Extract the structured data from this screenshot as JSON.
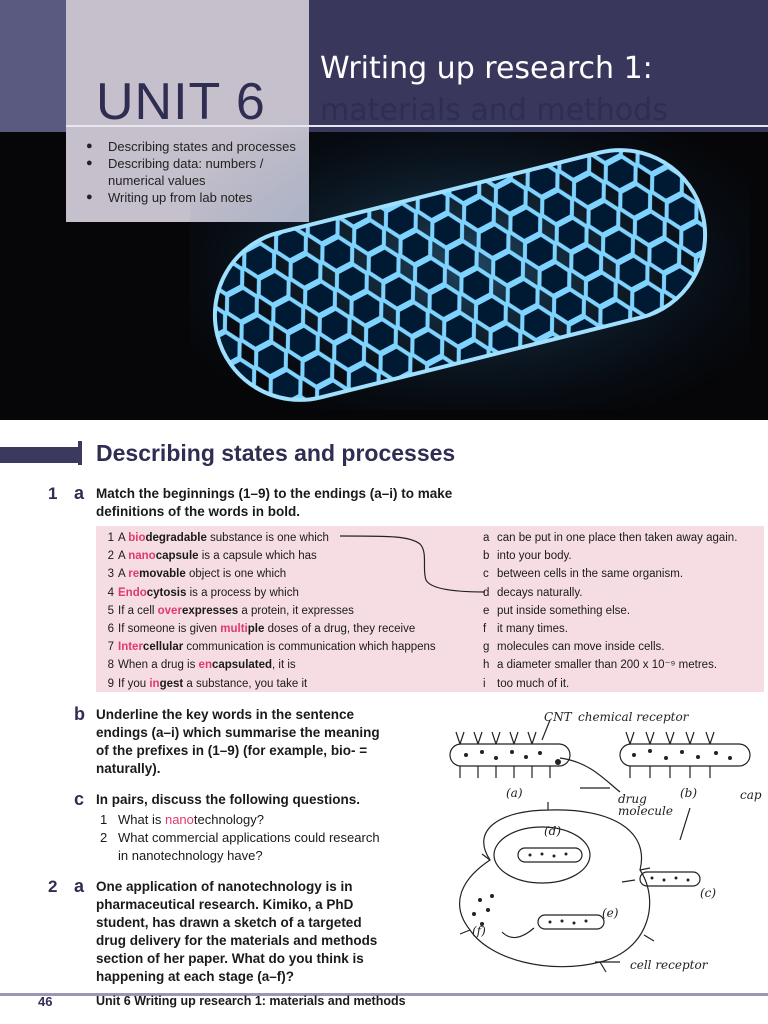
{
  "header": {
    "unit": "UNIT 6",
    "title_line1": "Writing up research 1:",
    "title_line2": "materials and methods",
    "bullets": [
      "Describing states and processes",
      "Describing data: numbers / numerical values",
      "Writing up from lab notes"
    ]
  },
  "section": {
    "title": "Describing states and processes"
  },
  "q1": {
    "number": "1",
    "a": {
      "letter": "a",
      "instruction_line1": "Match the beginnings (1–9) to the endings (a–i) to make",
      "instruction_line2": "definitions of the words in bold.",
      "beginnings": [
        {
          "n": "1",
          "pre": "A ",
          "prefix": "bio",
          "word": "degradable",
          "post": " substance is one which"
        },
        {
          "n": "2",
          "pre": "A ",
          "prefix": "nano",
          "word": "capsule",
          "post": " is a capsule which has"
        },
        {
          "n": "3",
          "pre": "A ",
          "prefix": "re",
          "word": "movable",
          "post": " object is one which"
        },
        {
          "n": "4",
          "pre": "",
          "prefix": "Endo",
          "word": "cytosis",
          "post": " is a process by which"
        },
        {
          "n": "5",
          "pre": "If a cell ",
          "prefix": "over",
          "word": "expresses",
          "post": " a protein, it expresses"
        },
        {
          "n": "6",
          "pre": "If someone is given ",
          "prefix": "multi",
          "word": "ple",
          "post": " doses of a drug, they receive"
        },
        {
          "n": "7",
          "pre": "",
          "prefix": "Inter",
          "word": "cellular",
          "post": " communication is communication which happens"
        },
        {
          "n": "8",
          "pre": "When a drug is ",
          "prefix": "en",
          "word": "capsulated",
          "post": ", it is"
        },
        {
          "n": "9",
          "pre": "If you ",
          "prefix": "in",
          "word": "gest",
          "post": " a substance, you take it"
        }
      ],
      "endings": [
        {
          "n": "a",
          "text": "can be put in one place then taken away again."
        },
        {
          "n": "b",
          "text": "into your body."
        },
        {
          "n": "c",
          "text": "between cells in the same organism."
        },
        {
          "n": "d",
          "text": "decays naturally."
        },
        {
          "n": "e",
          "text": "put inside something else."
        },
        {
          "n": "f",
          "text": "it many times."
        },
        {
          "n": "g",
          "text": "molecules can move inside cells."
        },
        {
          "n": "h",
          "text": "a diameter smaller than 200 x 10⁻⁹ metres."
        },
        {
          "n": "i",
          "text": "too much of it."
        }
      ]
    },
    "b": {
      "letter": "b",
      "lines": [
        "Underline the key words in the sentence",
        "endings (a–i) which summarise the meaning",
        "of the prefixes in (1–9) (for example, bio- =",
        "naturally)."
      ]
    },
    "c": {
      "letter": "c",
      "instruction": "In pairs, discuss the following questions.",
      "q1_n": "1",
      "q1_pre": "What is ",
      "q1_hl": "nano",
      "q1_post": "technology?",
      "q2_n": "2",
      "q2_line1": "What commercial applications could research",
      "q2_line2": "in nanotechnology have?"
    }
  },
  "q2": {
    "number": "2",
    "a": {
      "letter": "a",
      "lines": [
        "One application of nanotechnology is in",
        "pharmaceutical research. Kimiko, a PhD",
        "student, has drawn a sketch of a targeted",
        "drug delivery for the materials and methods",
        "section of her paper. What do you think is",
        "happening at each stage (a–f)?"
      ]
    }
  },
  "diagram": {
    "cnt": "CNT",
    "chemical_receptor": "chemical receptor",
    "a": "(a)",
    "b": "(b)",
    "cap": "cap",
    "drug": "drug",
    "molecule": "molecule",
    "c": "(c)",
    "d": "(d)",
    "e": "(e)",
    "f": "(f)",
    "cell_receptor": "cell receptor"
  },
  "footer": {
    "page": "46",
    "text": "Unit 6 Writing up research 1: materials and methods"
  }
}
